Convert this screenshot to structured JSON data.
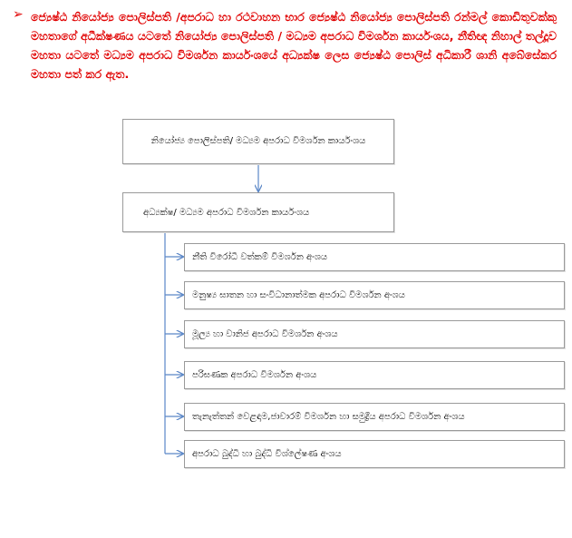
{
  "bullet": "➢",
  "paragraph": "ජ්‍යෙෂ්ඨ නියෝජ්‍ය පොලිස්පති /අපරාධ හා රථවාහන භාර ජ්‍යෙෂ්ඨ නියෝජ්‍ය පොලිස්පති රන්මල් කොඩිතුවක්කු මහතාගේ අධීක්ෂණය යටතේ නියෝජ්‍ය පොලිස්පති / මධ්‍යම අපරාධ විමර්ශන කාර්යංශය, නීතිඥ නිහාල් තල්දූව මහතා යටතේ මධ්‍යම අපරාධ විමර්ශන කාර්යංශයේ අධ්‍යක්ෂ ලෙස ජ්‍යෙෂ්ඨ පොලිස් අධිකාරී ශානි අබේසේකර මහතා පත් කර ඇත.",
  "colors": {
    "paragraph": "#e00000",
    "connector": "#5b87c7",
    "border": "#9a9a9a"
  },
  "chart": {
    "top_box": "නියෝජ්‍ය පොලිස්පති/ මධ්‍යම අපරාධ විමර්ශන කාර්යංශය",
    "mid_box": "අධ්‍යක්ෂ/ මධ්‍යම අපරාධ විමර්ශන කාර්යංශය",
    "units": [
      "නීති විරෝධී වත්කම් විමර්ශන අංශය",
      "මනුෂ්‍ය ඝාතන හා සංවිධානාත්මක අපරාධ විමර්ශන අංශය",
      "මූල්‍ය හා වානිජ අපරාධ විමර්ශන අංශය",
      "පරිඝණක අපරාධ විමර්ශන අංශය",
      "තැනැත්තන් වෙළඳාම,ජාවාරම් විමර්ශන හා සමුද්‍රීය අපරාධ විමර්ශන අංශය",
      "අපරාධ බුද්ධි හා බුද්ධි විශ්ලේෂණ අංශය"
    ]
  }
}
